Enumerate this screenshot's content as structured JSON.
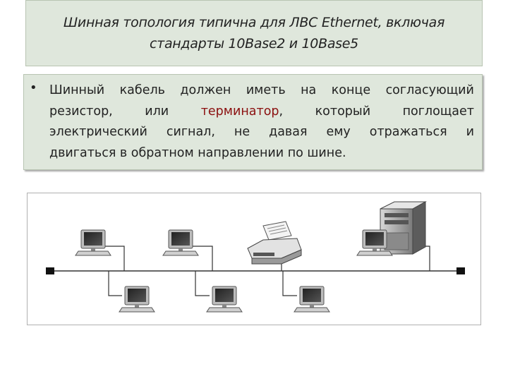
{
  "title": {
    "line1": "Шинная топология типична для ЛВС Ethernet, включая",
    "line2": "стандарты 10Base2 и 10Base5"
  },
  "bullet": {
    "marker": "•",
    "line1": [
      "Шинный",
      "кабель",
      "должен",
      "иметь",
      "на",
      "конце",
      "согласующий"
    ],
    "line2_before": "резистор,",
    "line2_or": "или",
    "line2_term": "терминатор",
    "line2_comma": ",",
    "line2_rest": [
      "который",
      "поглощает"
    ],
    "line3": [
      "электрический",
      "сигнал,",
      "не",
      "давая",
      "ему",
      "отражаться",
      "и"
    ],
    "line4": "двигаться в обратном направлении по шине."
  },
  "colors": {
    "slide_fill": "#dfe7dc",
    "term_text": "#8b1010"
  },
  "diagram": {
    "icons": [
      "terminator-icon",
      "computer-icon",
      "printer-icon",
      "server-icon"
    ],
    "top_computers": 3,
    "bottom_computers": 3,
    "printers": 1,
    "servers": 1,
    "terminators": 2
  }
}
